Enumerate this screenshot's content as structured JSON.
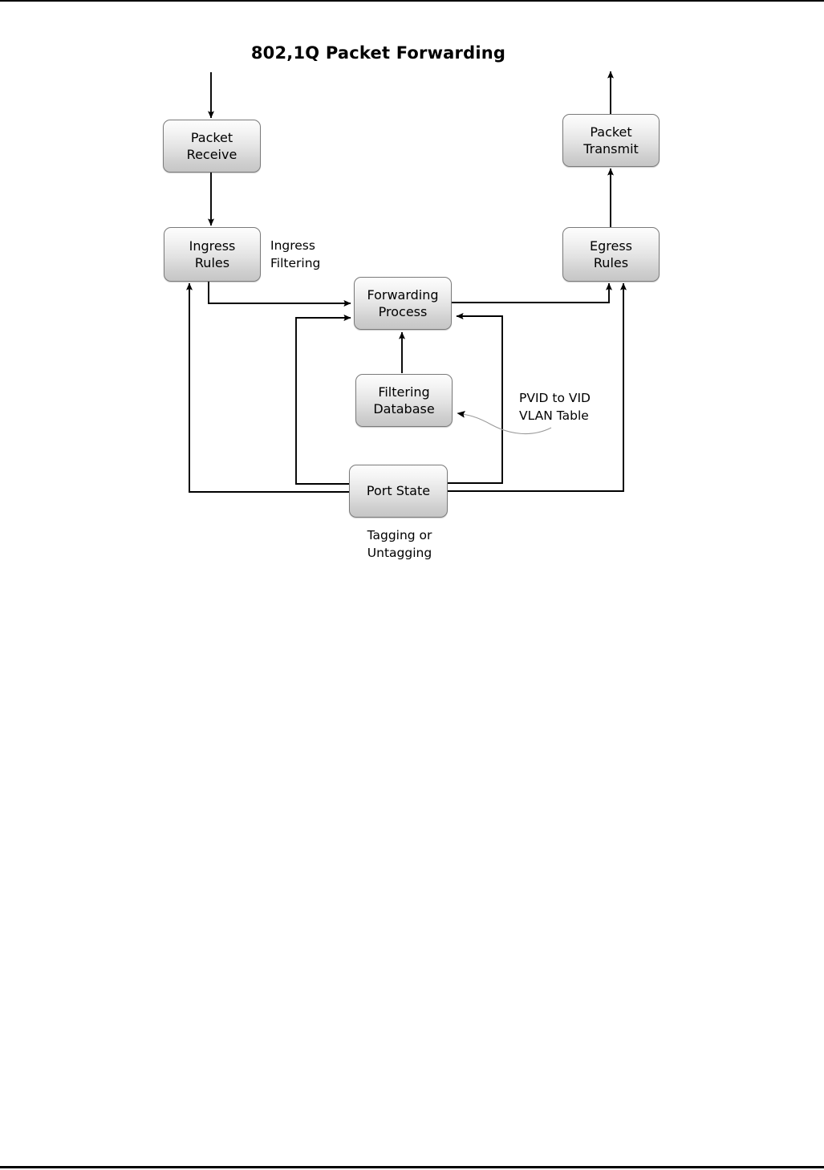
{
  "document": {
    "title": "802,1Q Packet Forwarding",
    "type": "flow-diagram",
    "background_color": "#ffffff",
    "line_color": "#000000",
    "node_fill_top": "#fdfdfd",
    "node_fill_bottom": "#c6c6c6",
    "node_border_color": "#7a7a7a"
  },
  "nodes": [
    {
      "id": "packet-receive",
      "line1": "Packet",
      "line2": "Receive"
    },
    {
      "id": "ingress-rules",
      "line1": "Ingress",
      "line2": "Rules"
    },
    {
      "id": "forwarding-process",
      "line1": "Forwarding",
      "line2": "Process"
    },
    {
      "id": "filtering-database",
      "line1": "Filtering",
      "line2": "Database"
    },
    {
      "id": "port-state",
      "line1": "Port State",
      "line2": ""
    },
    {
      "id": "egress-rules",
      "line1": "Egress",
      "line2": "Rules"
    },
    {
      "id": "packet-transmit",
      "line1": "Packet",
      "line2": "Transmit"
    }
  ],
  "labels": {
    "ingress_filtering": {
      "line1": "Ingress",
      "line2": "Filtering"
    },
    "pvid_to_vid": {
      "line1": "PVID to VID",
      "line2": "VLAN Table"
    },
    "tagging": {
      "line1": "Tagging or",
      "line2": "Untagging"
    }
  },
  "edges": [
    {
      "from": "external-input",
      "to": "packet-receive",
      "style": "solid-arrow"
    },
    {
      "from": "packet-receive",
      "to": "ingress-rules",
      "style": "solid-arrow"
    },
    {
      "from": "ingress-rules",
      "to": "forwarding-process",
      "style": "solid-arrow"
    },
    {
      "from": "port-state",
      "to": "forwarding-process",
      "style": "solid-arrow"
    },
    {
      "from": "filtering-database",
      "to": "forwarding-process",
      "style": "solid-arrow"
    },
    {
      "from": "port-state",
      "to": "ingress-rules",
      "style": "solid-arrow"
    },
    {
      "from": "port-state",
      "to": "forwarding-process-right",
      "style": "solid-arrow"
    },
    {
      "from": "forwarding-process",
      "to": "egress-rules",
      "style": "solid-arrow"
    },
    {
      "from": "port-state",
      "to": "egress-rules",
      "style": "solid-arrow"
    },
    {
      "from": "egress-rules",
      "to": "packet-transmit",
      "style": "solid-arrow"
    },
    {
      "from": "packet-transmit",
      "to": "external-output",
      "style": "solid-arrow"
    },
    {
      "from": "pvid-to-vid-label",
      "to": "filtering-database",
      "style": "curved-thin-arrow"
    }
  ]
}
